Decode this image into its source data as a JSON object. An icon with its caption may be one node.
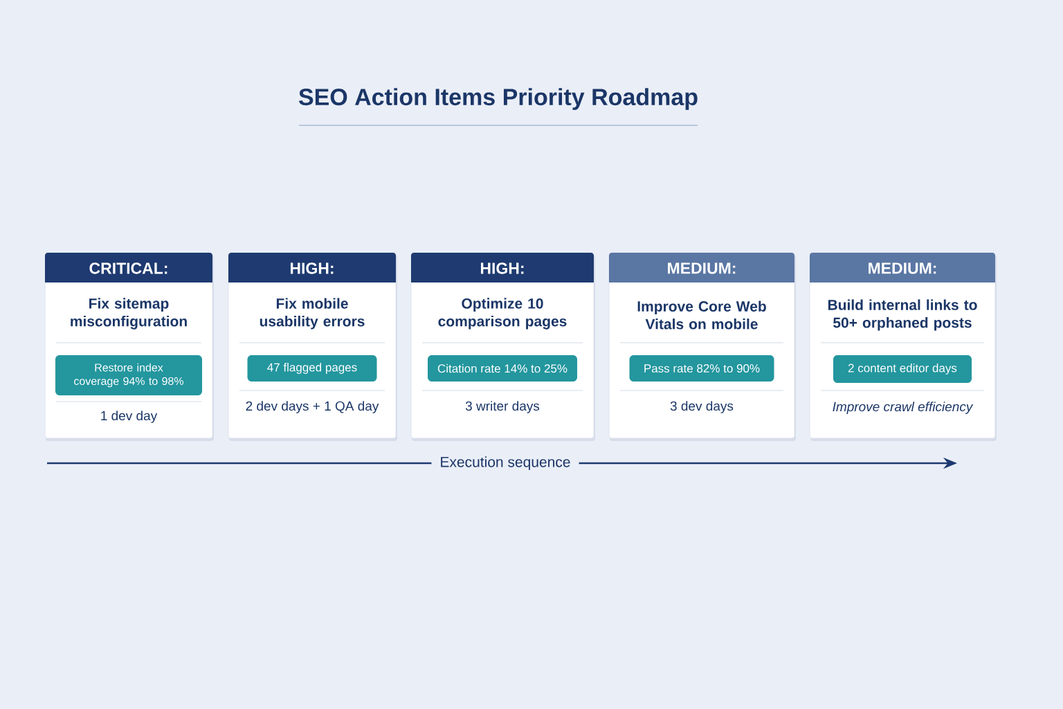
{
  "diagram": {
    "title": "SEO Action Items Priority Roadmap",
    "nodes": [
      {
        "text": [
          "CRITICAL:",
          "Fix sitemap misconfiguration",
          "1 dev day"
        ]
      },
      {
        "text": [
          "Restore index coverage 94% to 98%"
        ],
        "in": 0
      },
      {
        "text": [
          "HIGH:",
          "Fix mobile usability errors",
          "2 dev days + 1 QA day"
        ]
      },
      {
        "text": [
          "47 flagged pages"
        ],
        "in": 2
      },
      {
        "text": [
          "HIGH:",
          "Optimize 10 comparison pages",
          "3 writer days"
        ]
      },
      {
        "text": [
          "Citation rate 14% to 25%"
        ],
        "in": 4
      },
      {
        "text": [
          "MEDIUM:",
          "Improve Core Web Vitals on mobile",
          "3 dev days"
        ]
      },
      {
        "text": [
          "Pass rate 82% to 90%"
        ],
        "in": 6
      },
      {
        "text": [
          "MEDIUM:",
          "Build internal links to 50+ orphaned posts",
          "Improve crawl efficiency"
        ]
      },
      {
        "text": [
          "2 content editor days"
        ],
        "in": 8
      }
    ],
    "labels": [
      "Execution sequence"
    ]
  }
}
